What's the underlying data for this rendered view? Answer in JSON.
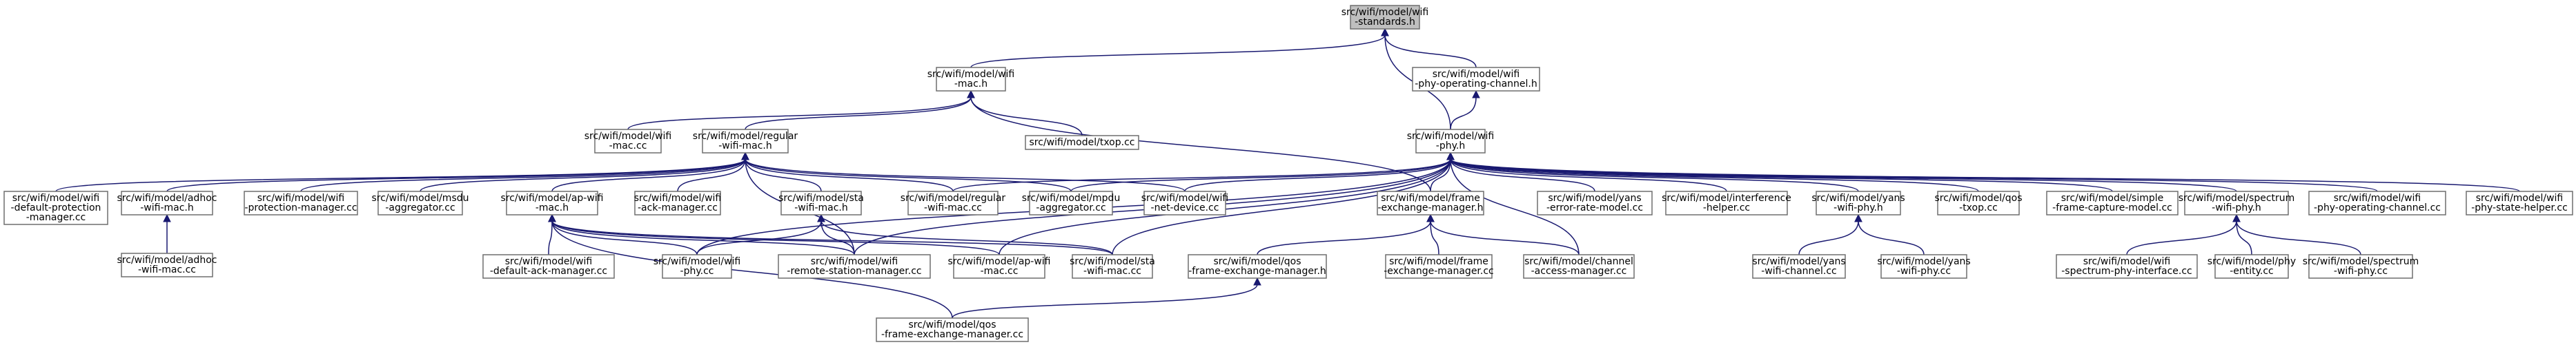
{
  "nodes": {
    "n_root": {
      "label": [
        "src/wifi/model/wifi",
        "-standards.h"
      ]
    },
    "n_wifimac_h": {
      "label": [
        "src/wifi/model/wifi",
        "-mac.h"
      ]
    },
    "n_phyopch_h": {
      "label": [
        "src/wifi/model/wifi",
        "-phy-operating-channel.h"
      ]
    },
    "n_wifimac_cc": {
      "label": [
        "src/wifi/model/wifi",
        "-mac.cc"
      ]
    },
    "n_regular_h": {
      "label": [
        "src/wifi/model/regular",
        "-wifi-mac.h"
      ]
    },
    "n_txop_cc": {
      "label": [
        "src/wifi/model/txop.cc"
      ]
    },
    "n_wifiphy_h": {
      "label": [
        "src/wifi/model/wifi",
        "-phy.h"
      ]
    },
    "n_defprot_cc": {
      "label": [
        "src/wifi/model/wifi",
        "-default-protection",
        "-manager.cc"
      ]
    },
    "n_adhoc_h": {
      "label": [
        "src/wifi/model/adhoc",
        "-wifi-mac.h"
      ]
    },
    "n_protmgr_cc": {
      "label": [
        "src/wifi/model/wifi",
        "-protection-manager.cc"
      ]
    },
    "n_msdu_cc": {
      "label": [
        "src/wifi/model/msdu",
        "-aggregator.cc"
      ]
    },
    "n_apwifi_h": {
      "label": [
        "src/wifi/model/ap-wifi",
        "-mac.h"
      ]
    },
    "n_ackmgr_cc": {
      "label": [
        "src/wifi/model/wifi",
        "-ack-manager.cc"
      ]
    },
    "n_sta_h": {
      "label": [
        "src/wifi/model/sta",
        "-wifi-mac.h"
      ]
    },
    "n_regular_cc": {
      "label": [
        "src/wifi/model/regular",
        "-wifi-mac.cc"
      ]
    },
    "n_mpdu_cc": {
      "label": [
        "src/wifi/model/mpdu",
        "-aggregator.cc"
      ]
    },
    "n_netdev_cc": {
      "label": [
        "src/wifi/model/wifi",
        "-net-device.cc"
      ]
    },
    "n_fem_h": {
      "label": [
        "src/wifi/model/frame",
        "-exchange-manager.h"
      ]
    },
    "n_yanserr_cc": {
      "label": [
        "src/wifi/model/yans",
        "-error-rate-model.cc"
      ]
    },
    "n_interf_cc": {
      "label": [
        "src/wifi/model/interference",
        "-helper.cc"
      ]
    },
    "n_yansphy_h": {
      "label": [
        "src/wifi/model/yans",
        "-wifi-phy.h"
      ]
    },
    "n_qostxop_cc": {
      "label": [
        "src/wifi/model/qos",
        "-txop.cc"
      ]
    },
    "n_simple_cc": {
      "label": [
        "src/wifi/model/simple",
        "-frame-capture-model.cc"
      ]
    },
    "n_spectrum_h": {
      "label": [
        "src/wifi/model/spectrum",
        "-wifi-phy.h"
      ]
    },
    "n_phyopch_cc": {
      "label": [
        "src/wifi/model/wifi",
        "-phy-operating-channel.cc"
      ]
    },
    "n_phystate_cc": {
      "label": [
        "src/wifi/model/wifi",
        "-phy-state-helper.cc"
      ]
    },
    "n_adhoc_cc": {
      "label": [
        "src/wifi/model/adhoc",
        "-wifi-mac.cc"
      ]
    },
    "n_defack_cc": {
      "label": [
        "src/wifi/model/wifi",
        "-default-ack-manager.cc"
      ]
    },
    "n_wifiphy_cc": {
      "label": [
        "src/wifi/model/wifi",
        "-phy.cc"
      ]
    },
    "n_remote_cc": {
      "label": [
        "src/wifi/model/wifi",
        "-remote-station-manager.cc"
      ]
    },
    "n_apwifi_cc": {
      "label": [
        "src/wifi/model/ap-wifi",
        "-mac.cc"
      ]
    },
    "n_sta_cc": {
      "label": [
        "src/wifi/model/sta",
        "-wifi-mac.cc"
      ]
    },
    "n_qosfem_h": {
      "label": [
        "src/wifi/model/qos",
        "-frame-exchange-manager.h"
      ]
    },
    "n_fem_cc": {
      "label": [
        "src/wifi/model/frame",
        "-exchange-manager.cc"
      ]
    },
    "n_chacc_cc": {
      "label": [
        "src/wifi/model/channel",
        "-access-manager.cc"
      ]
    },
    "n_yanschan_cc": {
      "label": [
        "src/wifi/model/yans",
        "-wifi-channel.cc"
      ]
    },
    "n_yansphy_cc": {
      "label": [
        "src/wifi/model/yans",
        "-wifi-phy.cc"
      ]
    },
    "n_specintf_cc": {
      "label": [
        "src/wifi/model/wifi",
        "-spectrum-phy-interface.cc"
      ]
    },
    "n_phyentity_cc": {
      "label": [
        "src/wifi/model/phy",
        "-entity.cc"
      ]
    },
    "n_specphy_cc": {
      "label": [
        "src/wifi/model/spectrum",
        "-wifi-phy.cc"
      ]
    },
    "n_qosfem_cc": {
      "label": [
        "src/wifi/model/qos",
        "-frame-exchange-manager.cc"
      ]
    }
  },
  "edges": [
    [
      "n_wifimac_h",
      "n_root"
    ],
    [
      "n_phyopch_h",
      "n_root"
    ],
    [
      "n_wifiphy_h",
      "n_root"
    ],
    [
      "n_wifiphy_h",
      "n_phyopch_h"
    ],
    [
      "n_wifimac_cc",
      "n_wifimac_h"
    ],
    [
      "n_regular_h",
      "n_wifimac_h"
    ],
    [
      "n_txop_cc",
      "n_wifimac_h"
    ],
    [
      "n_fem_h",
      "n_wifimac_h"
    ],
    [
      "n_defprot_cc",
      "n_regular_h"
    ],
    [
      "n_adhoc_h",
      "n_regular_h"
    ],
    [
      "n_protmgr_cc",
      "n_regular_h"
    ],
    [
      "n_msdu_cc",
      "n_regular_h"
    ],
    [
      "n_apwifi_h",
      "n_regular_h"
    ],
    [
      "n_ackmgr_cc",
      "n_regular_h"
    ],
    [
      "n_sta_h",
      "n_regular_h"
    ],
    [
      "n_regular_cc",
      "n_regular_h"
    ],
    [
      "n_mpdu_cc",
      "n_regular_h"
    ],
    [
      "n_netdev_cc",
      "n_regular_h"
    ],
    [
      "n_remote_cc",
      "n_regular_h"
    ],
    [
      "n_adhoc_cc",
      "n_adhoc_h"
    ],
    [
      "n_defack_cc",
      "n_apwifi_h"
    ],
    [
      "n_wifiphy_cc",
      "n_apwifi_h"
    ],
    [
      "n_remote_cc",
      "n_apwifi_h"
    ],
    [
      "n_apwifi_cc",
      "n_apwifi_h"
    ],
    [
      "n_sta_cc",
      "n_apwifi_h"
    ],
    [
      "n_qosfem_cc",
      "n_apwifi_h"
    ],
    [
      "n_wifiphy_cc",
      "n_sta_h"
    ],
    [
      "n_remote_cc",
      "n_sta_h"
    ],
    [
      "n_sta_cc",
      "n_sta_h"
    ],
    [
      "n_wifiphy_cc",
      "n_wifiphy_h"
    ],
    [
      "n_remote_cc",
      "n_wifiphy_h"
    ],
    [
      "n_regular_cc",
      "n_wifiphy_h"
    ],
    [
      "n_mpdu_cc",
      "n_wifiphy_h"
    ],
    [
      "n_netdev_cc",
      "n_wifiphy_h"
    ],
    [
      "n_fem_h",
      "n_wifiphy_h"
    ],
    [
      "n_apwifi_cc",
      "n_wifiphy_h"
    ],
    [
      "n_sta_cc",
      "n_wifiphy_h"
    ],
    [
      "n_chacc_cc",
      "n_wifiphy_h"
    ],
    [
      "n_yanserr_cc",
      "n_wifiphy_h"
    ],
    [
      "n_interf_cc",
      "n_wifiphy_h"
    ],
    [
      "n_yansphy_h",
      "n_wifiphy_h"
    ],
    [
      "n_qostxop_cc",
      "n_wifiphy_h"
    ],
    [
      "n_simple_cc",
      "n_wifiphy_h"
    ],
    [
      "n_spectrum_h",
      "n_wifiphy_h"
    ],
    [
      "n_phyopch_cc",
      "n_wifiphy_h"
    ],
    [
      "n_phystate_cc",
      "n_wifiphy_h"
    ],
    [
      "n_qosfem_h",
      "n_fem_h"
    ],
    [
      "n_fem_cc",
      "n_fem_h"
    ],
    [
      "n_chacc_cc",
      "n_fem_h"
    ],
    [
      "n_qosfem_cc",
      "n_qosfem_h"
    ],
    [
      "n_yanschan_cc",
      "n_yansphy_h"
    ],
    [
      "n_yansphy_cc",
      "n_yansphy_h"
    ],
    [
      "n_specintf_cc",
      "n_spectrum_h"
    ],
    [
      "n_phyentity_cc",
      "n_spectrum_h"
    ],
    [
      "n_specphy_cc",
      "n_spectrum_h"
    ]
  ]
}
